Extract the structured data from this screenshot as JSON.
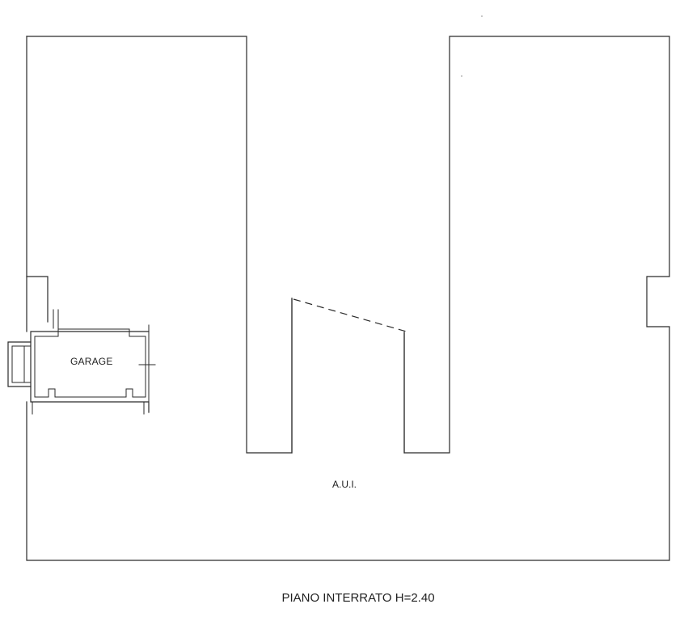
{
  "plan": {
    "rooms": {
      "garage": "GARAGE",
      "aui": "A.U.I."
    },
    "caption": "PIANO INTERRATO H=2.40"
  },
  "colors": {
    "line": "#2a2a2a",
    "background": "#ffffff",
    "text": "#1f1f1f"
  }
}
